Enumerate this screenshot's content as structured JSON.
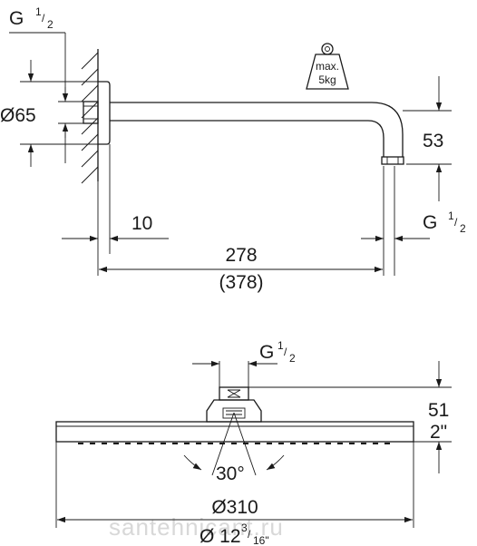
{
  "top_view": {
    "thread_top_left": {
      "main": "G",
      "frac_num": "1",
      "frac_den": "2"
    },
    "diameter_flange": "Ø65",
    "height_drop": "53",
    "thread_outlet": {
      "main": "G",
      "frac_num": "1",
      "frac_den": "2"
    },
    "wall_gap": "10",
    "length_mm": "278",
    "length_alt": "(378)",
    "weight_badge": {
      "line1": "max.",
      "line2": "5kg"
    }
  },
  "bottom_view": {
    "thread_inlet": {
      "main": "G",
      "frac_num": "1",
      "frac_den": "2"
    },
    "height_mm": "51",
    "height_in": "2\"",
    "angle": "30°",
    "diameter_mm": "Ø310",
    "diameter_in": {
      "whole": "Ø 12",
      "frac_num": "3",
      "frac_den": "16\""
    }
  },
  "watermark": "santehnicant.ru"
}
